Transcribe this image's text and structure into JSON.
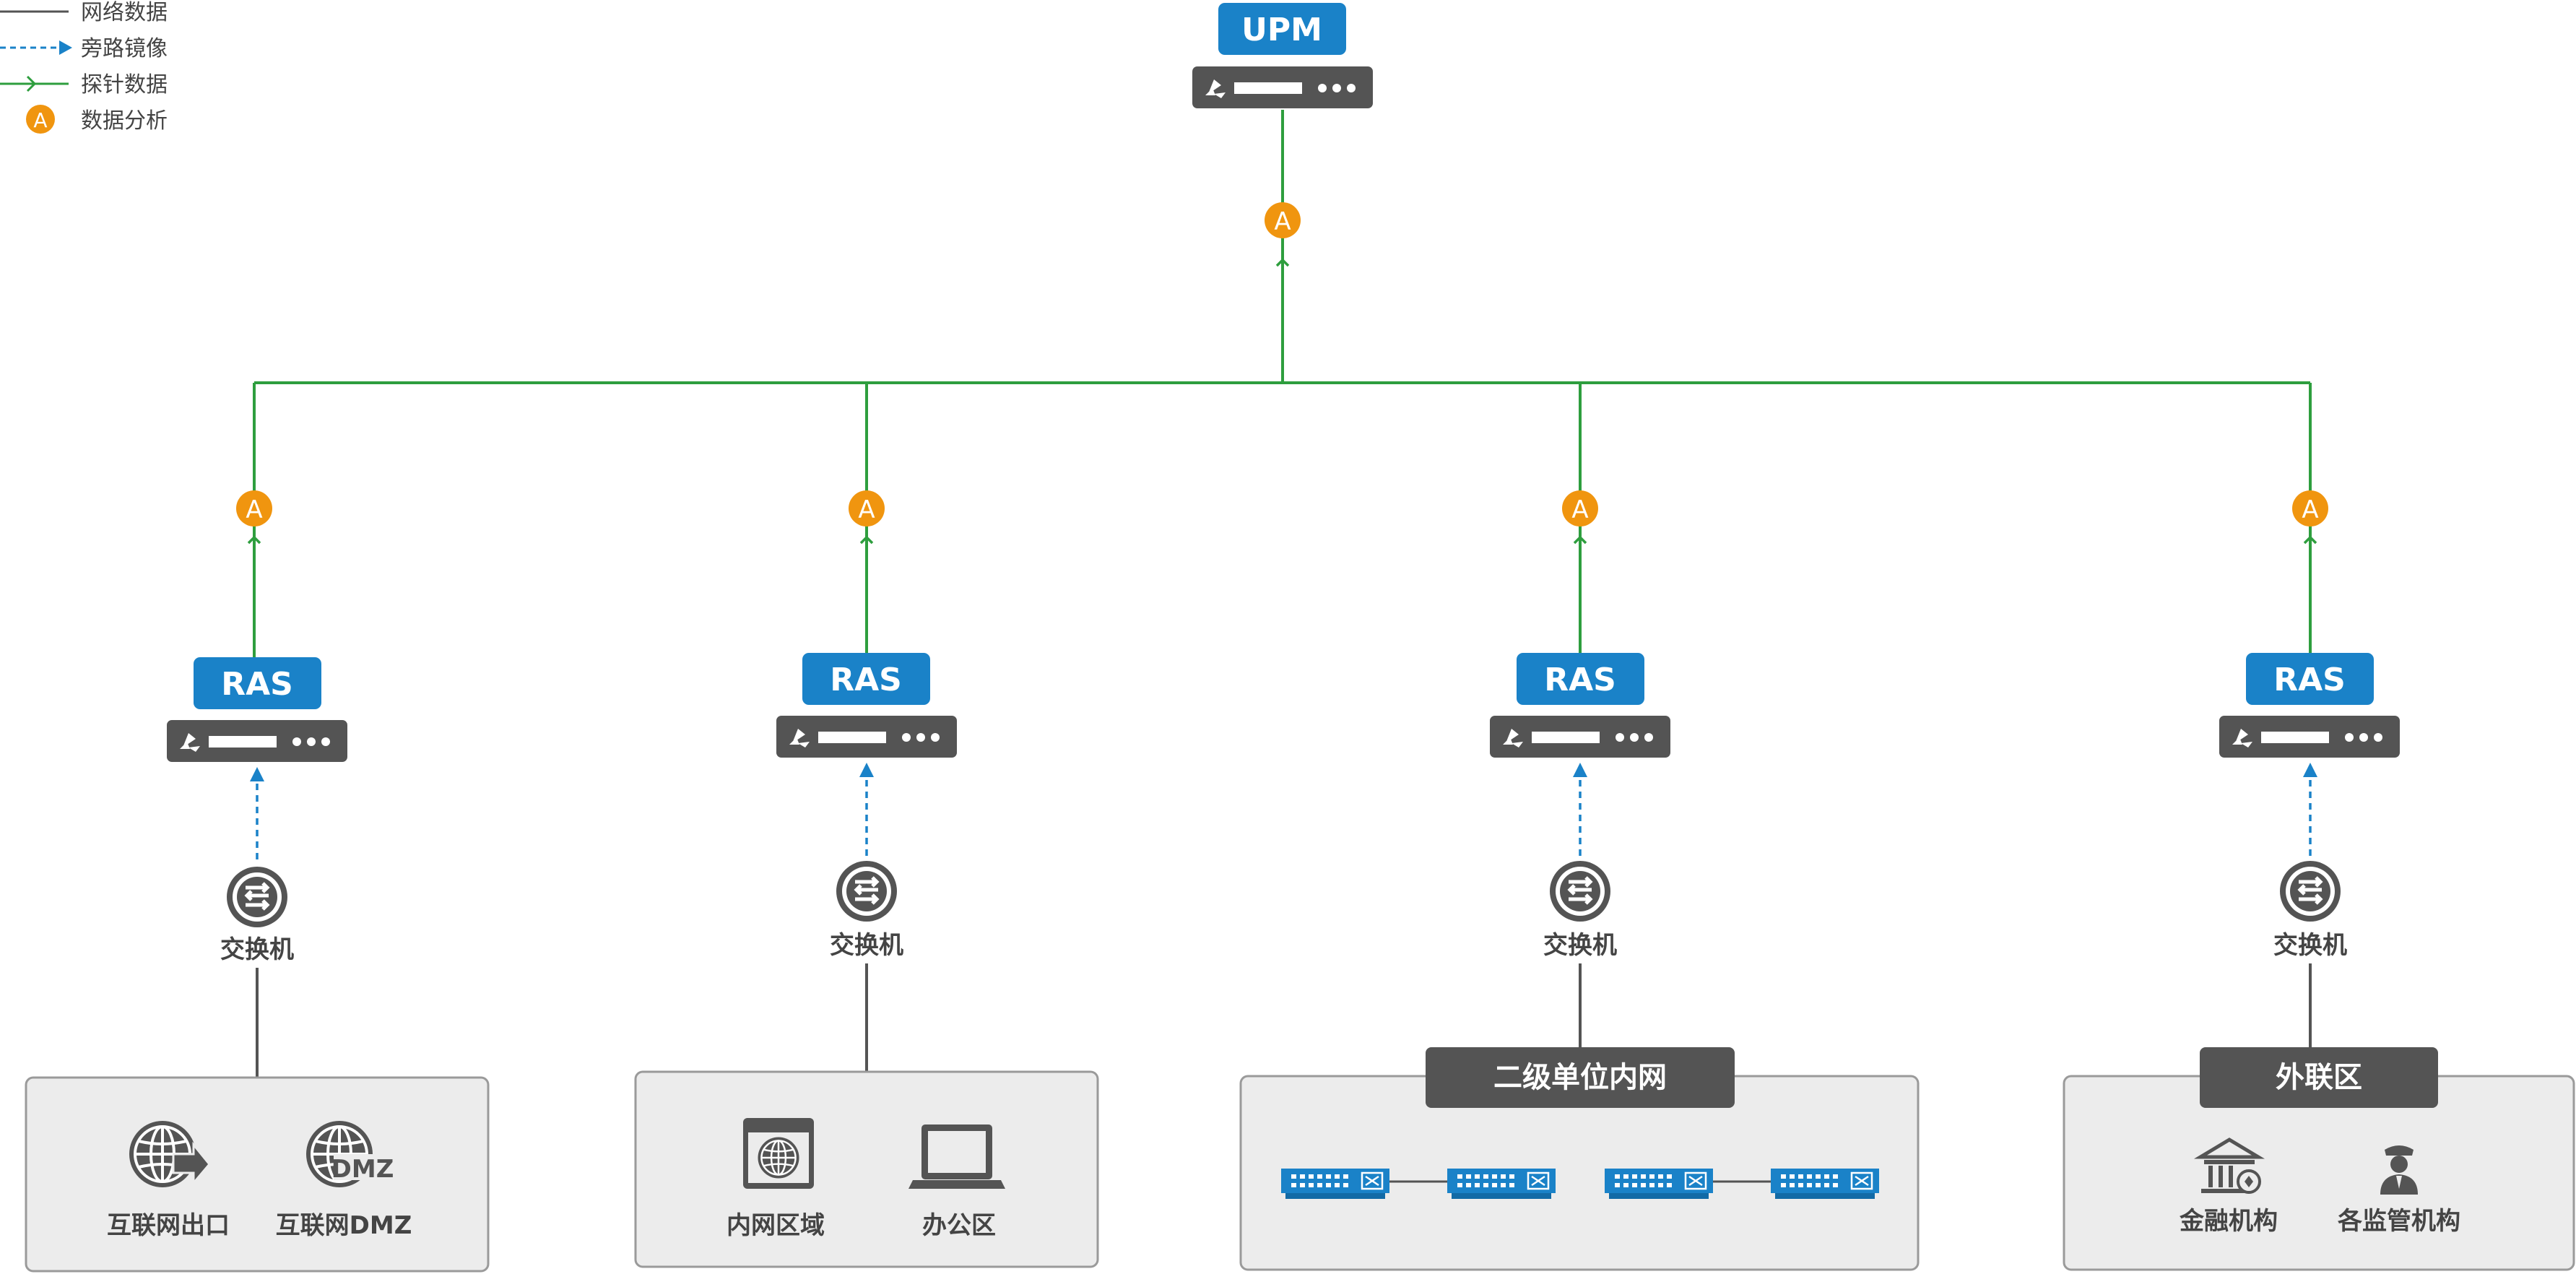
{
  "legend": {
    "network_data": "网络数据",
    "bypass_mirror": "旁路镜像",
    "probe_data": "探针数据",
    "analysis_badge": "A",
    "data_analysis": "数据分析"
  },
  "upm": {
    "label": "UPM",
    "badge": "A"
  },
  "branches": [
    {
      "ras_label": "RAS",
      "badge": "A",
      "switch_label": "交换机",
      "zone_title": "",
      "items": [
        "互联网出口",
        "互联网DMZ"
      ],
      "dmz_text": "DMZ"
    },
    {
      "ras_label": "RAS",
      "badge": "A",
      "switch_label": "交换机",
      "zone_title": "",
      "items": [
        "内网区域",
        "办公区"
      ]
    },
    {
      "ras_label": "RAS",
      "badge": "A",
      "switch_label": "交换机",
      "zone_title": "二级单位内网",
      "items": []
    },
    {
      "ras_label": "RAS",
      "badge": "A",
      "switch_label": "交换机",
      "zone_title": "外联区",
      "items": [
        "金融机构",
        "各监管机构"
      ]
    }
  ],
  "colors": {
    "green": "#2e9e3e",
    "blue": "#1a82c8",
    "orange": "#f0950f",
    "device": "#545454",
    "zone_bg": "#ececec",
    "zone_border": "#9a9a9a",
    "text": "#444444"
  },
  "icons": {
    "device": "server-appliance-icon",
    "switch": "switch-arrows-icon",
    "globe_exit": "globe-exit-icon",
    "globe_dmz": "globe-dmz-icon",
    "browser": "browser-window-icon",
    "laptop": "laptop-icon",
    "network_switch": "network-switch-icon",
    "bank": "bank-building-icon",
    "officer": "police-officer-icon"
  }
}
